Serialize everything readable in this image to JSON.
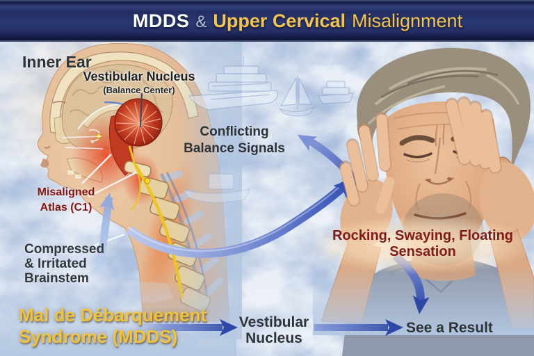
{
  "title": {
    "part_mdds": "MDDS",
    "part_amp": "&",
    "part_upper_cervical": "Upper Cervical",
    "part_misalignment": "Misalignment"
  },
  "anatomy_labels": {
    "inner_ear": "Inner Ear",
    "vestibular_nucleus": "Vestibular Nucleus",
    "balance_center": "(Balance Center)",
    "misaligned_atlas": {
      "line1": "Misaligned",
      "line2": "Atlas (C1)"
    },
    "compressed_brainstem": {
      "line1": "Compressed",
      "line2": "& Irritated",
      "line3": "Brainstem"
    }
  },
  "annotations": {
    "conflicting": {
      "line1": "Conflicting",
      "line2": "Balance Signals"
    },
    "rocking": {
      "line1": "Rocking, Swaying, Floating",
      "line2": "Sensation"
    }
  },
  "flow": {
    "mdds": {
      "line1": "Mal de Débarquement",
      "line2": "Syndrome (MDDS)"
    },
    "vestibular": {
      "line1": "Vestibular",
      "line2": "Nucleus"
    },
    "result": "See a Result"
  },
  "illustrations": {
    "head_cross_section": "sagittal head and cervical spine illustration",
    "distressed_man": "man holding temples in distress",
    "ships": [
      "cruise-ship",
      "sailboat",
      "ferry-boat",
      "fishing-boat"
    ]
  },
  "colors": {
    "title_bar": "#242f66",
    "title_gold": "#f3c44f",
    "title_white": "#ffffff",
    "background_blue": "#b6c9e3",
    "label_dark": "#2e3338",
    "label_red": "#7c1619",
    "gold_text": "#f1c33c",
    "arrow_blue": "#3350b4",
    "inflammation_red": "#d4452c",
    "nerve_yellow": "#ecc522"
  }
}
